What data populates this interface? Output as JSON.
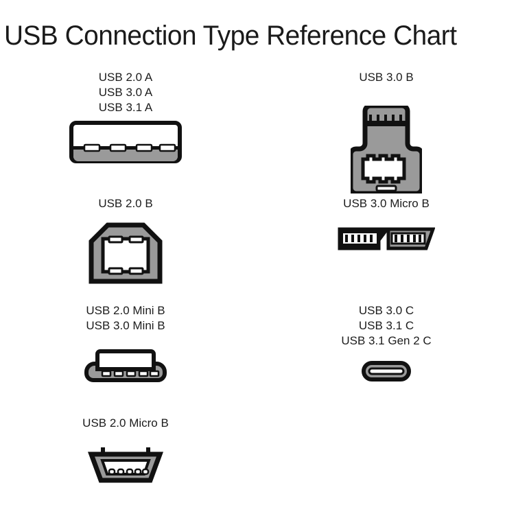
{
  "title": "USB Connection Type Reference Chart",
  "colors": {
    "outline": "#111111",
    "body_gray": "#9a9a9a",
    "accent_white": "#ffffff",
    "text": "#1c1c1c",
    "background": "#ffffff"
  },
  "connectors": [
    {
      "id": "usb-a",
      "labels": [
        "USB 2.0 A",
        "USB 3.0 A",
        "USB 3.1 A"
      ],
      "shape": "flat-rectangular-plug",
      "contacts": 4,
      "column": "left",
      "row": 1
    },
    {
      "id": "usb-3-0-b",
      "labels": [
        "USB 3.0 B"
      ],
      "shape": "stacked-square-plug",
      "contacts": 5,
      "column": "right",
      "row": 1
    },
    {
      "id": "usb-2-0-b",
      "labels": [
        "USB 2.0 B"
      ],
      "shape": "square-beveled-plug",
      "contacts": 4,
      "column": "left",
      "row": 2
    },
    {
      "id": "usb-3-0-micro-b",
      "labels": [
        "USB 3.0 Micro B"
      ],
      "shape": "dual-section-micro-plug",
      "contacts": 10,
      "column": "right",
      "row": 2
    },
    {
      "id": "usb-mini-b",
      "labels": [
        "USB 2.0 Mini B",
        "USB 3.0 Mini B"
      ],
      "shape": "mini-trapezoid-plug",
      "contacts": 5,
      "column": "left",
      "row": 3
    },
    {
      "id": "usb-c",
      "labels": [
        "USB 3.0 C",
        "USB 3.1 C",
        "USB 3.1 Gen 2 C"
      ],
      "shape": "oval-reversible-plug",
      "contacts": 1,
      "column": "right",
      "row": 3
    },
    {
      "id": "usb-2-0-micro-b",
      "labels": [
        "USB 2.0 Micro B"
      ],
      "shape": "micro-trapezoid-plug",
      "contacts": 5,
      "column": "left",
      "row": 4
    }
  ]
}
